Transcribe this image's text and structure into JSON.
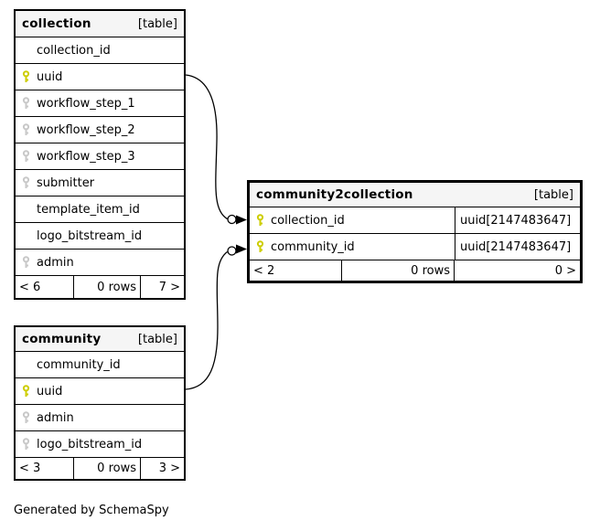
{
  "credit": "Generated by SchemaSpy",
  "colors": {
    "primary_key_icon": "#cdcd00",
    "nullable_key_icon": "#c8c8c8",
    "header_bg": "#f5f5f5",
    "border": "#000000"
  },
  "tables": [
    {
      "name": "collection",
      "type_label": "[table]",
      "columns": [
        {
          "name": "collection_id",
          "key": "none"
        },
        {
          "name": "uuid",
          "key": "primary"
        },
        {
          "name": "workflow_step_1",
          "key": "nullable"
        },
        {
          "name": "workflow_step_2",
          "key": "nullable"
        },
        {
          "name": "workflow_step_3",
          "key": "nullable"
        },
        {
          "name": "submitter",
          "key": "nullable"
        },
        {
          "name": "template_item_id",
          "key": "none"
        },
        {
          "name": "logo_bitstream_id",
          "key": "none"
        },
        {
          "name": "admin",
          "key": "nullable"
        }
      ],
      "footer": {
        "children": "< 6",
        "rows": "0 rows",
        "parents": "7 >"
      }
    },
    {
      "name": "community2collection",
      "type_label": "[table]",
      "columns": [
        {
          "name": "collection_id",
          "key": "primary",
          "type": "uuid[2147483647]"
        },
        {
          "name": "community_id",
          "key": "primary",
          "type": "uuid[2147483647]"
        }
      ],
      "footer": {
        "children": "< 2",
        "rows": "0 rows",
        "parents": "0 >"
      }
    },
    {
      "name": "community",
      "type_label": "[table]",
      "columns": [
        {
          "name": "community_id",
          "key": "none"
        },
        {
          "name": "uuid",
          "key": "primary"
        },
        {
          "name": "admin",
          "key": "nullable"
        },
        {
          "name": "logo_bitstream_id",
          "key": "nullable"
        }
      ],
      "footer": {
        "children": "< 3",
        "rows": "0 rows",
        "parents": "3 >"
      }
    }
  ],
  "relationships": [
    {
      "from": "collection.uuid",
      "to": "community2collection.collection_id"
    },
    {
      "from": "community.uuid",
      "to": "community2collection.community_id"
    }
  ]
}
